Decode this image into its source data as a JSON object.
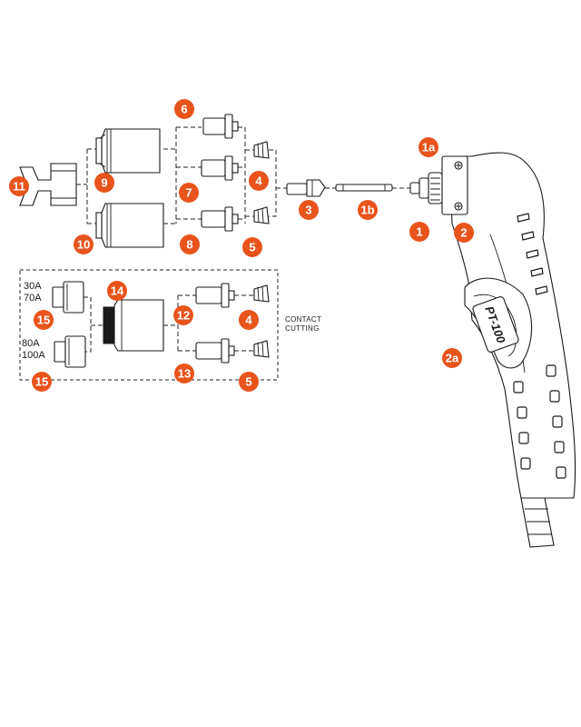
{
  "colors": {
    "callout_fill": "#e8541c",
    "callout_text": "#ffffff",
    "line": "#1a1a1a",
    "background": "#ffffff"
  },
  "callouts": {
    "c1": "1",
    "c1a": "1a",
    "c1b": "1b",
    "c2": "2",
    "c2a": "2a",
    "c3": "3",
    "c4_top": "4",
    "c5_top": "5",
    "c6": "6",
    "c7": "7",
    "c8": "8",
    "c9": "9",
    "c10": "10",
    "c11": "11",
    "c4_box": "4",
    "c5_box": "5",
    "c12": "12",
    "c13": "13",
    "c14": "14",
    "c15_top": "15",
    "c15_bottom": "15"
  },
  "labels": {
    "amp_30": "30A",
    "amp_70": "70A",
    "amp_80": "80A",
    "amp_100": "100A",
    "contact_line1": "CONTACT",
    "contact_line2": "CUTTING",
    "torch_brand": "PT-100"
  }
}
